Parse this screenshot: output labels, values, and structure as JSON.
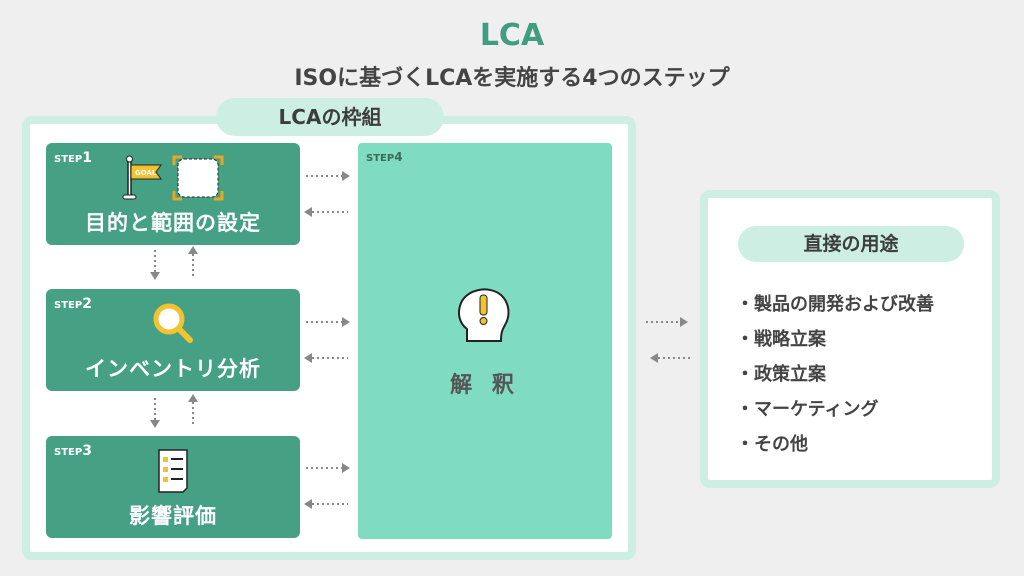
{
  "title": "LCA",
  "subtitle": "ISOに基づくLCAを実施する4つのステップ",
  "framework": {
    "label": "LCAの枠組"
  },
  "steps": [
    {
      "label": "STEP",
      "num": "1",
      "name": "目的と範囲の設定",
      "icon": "goal-flag-and-scope-icon",
      "flag_text": "GOAL"
    },
    {
      "label": "STEP",
      "num": "2",
      "name": "インベントリ分析",
      "icon": "magnifier-icon"
    },
    {
      "label": "STEP",
      "num": "3",
      "name": "影響評価",
      "icon": "checklist-icon"
    },
    {
      "label": "STEP",
      "num": "4",
      "name": "解 釈",
      "icon": "head-exclamation-icon"
    }
  ],
  "uses": {
    "title": "直接の用途",
    "items": [
      "製品の開発および改善",
      "戦略立案",
      "政策立案",
      "マーケティング",
      "その他"
    ]
  },
  "colors": {
    "accent": "#3f9d80",
    "step": "#45a084",
    "step4": "#7fdcc0",
    "frame": "#cdeee2"
  }
}
